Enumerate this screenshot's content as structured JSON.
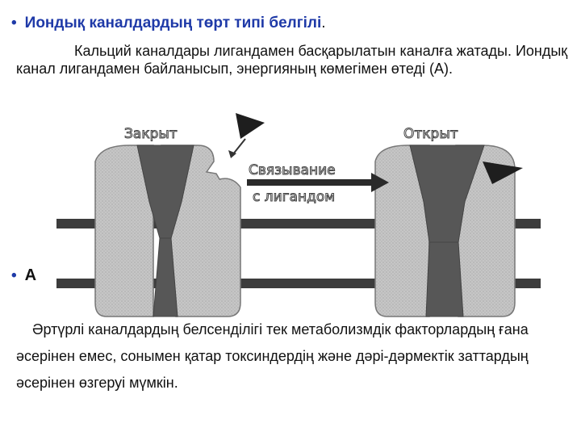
{
  "heading": {
    "bullet": "•",
    "title": "Иондық каналдардың төрт типі белгілі",
    "period": "."
  },
  "intro": {
    "text": "Кальций каналдары лигандамен басқарылатын каналға жатады. Иондық канал лигандамен байланысып, энергияның көмегімен өтеді (А)."
  },
  "diagram": {
    "closed_label": "Закрыт",
    "open_label": "Открыт",
    "arrow_line1": "Связывание",
    "arrow_line2": "с лигандом"
  },
  "label_a": {
    "bullet": "•",
    "text": "А"
  },
  "bottom": {
    "text": "Әртүрлі каналдардың белсенділігі тек метаболизмдік факторлардың ғана әсерінен емес, сонымен қатар токсиндердің және дәрі-дәрмектік заттардың әсерінен өзгеруі мүмкін."
  }
}
